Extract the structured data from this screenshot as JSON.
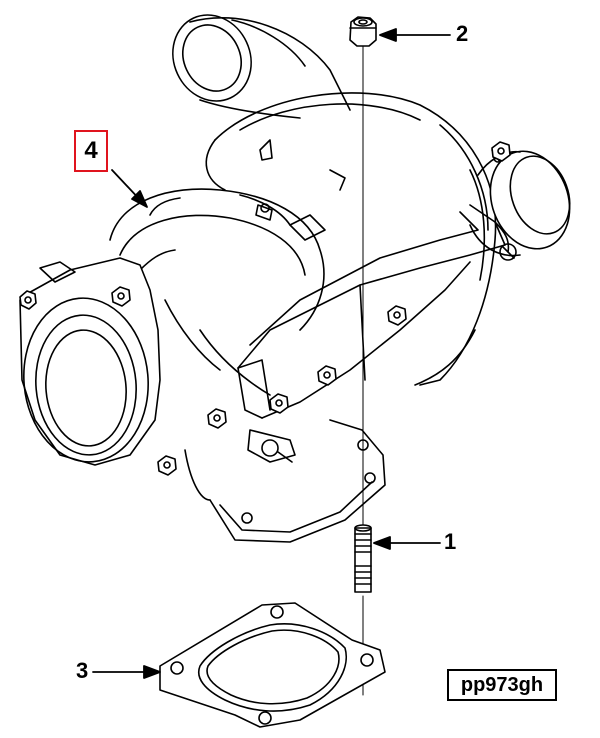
{
  "callouts": {
    "part_1": "1",
    "part_2": "2",
    "part_3": "3",
    "part_4": "4"
  },
  "highlight_color": "#e0141e",
  "figure_code": "pp973gh"
}
